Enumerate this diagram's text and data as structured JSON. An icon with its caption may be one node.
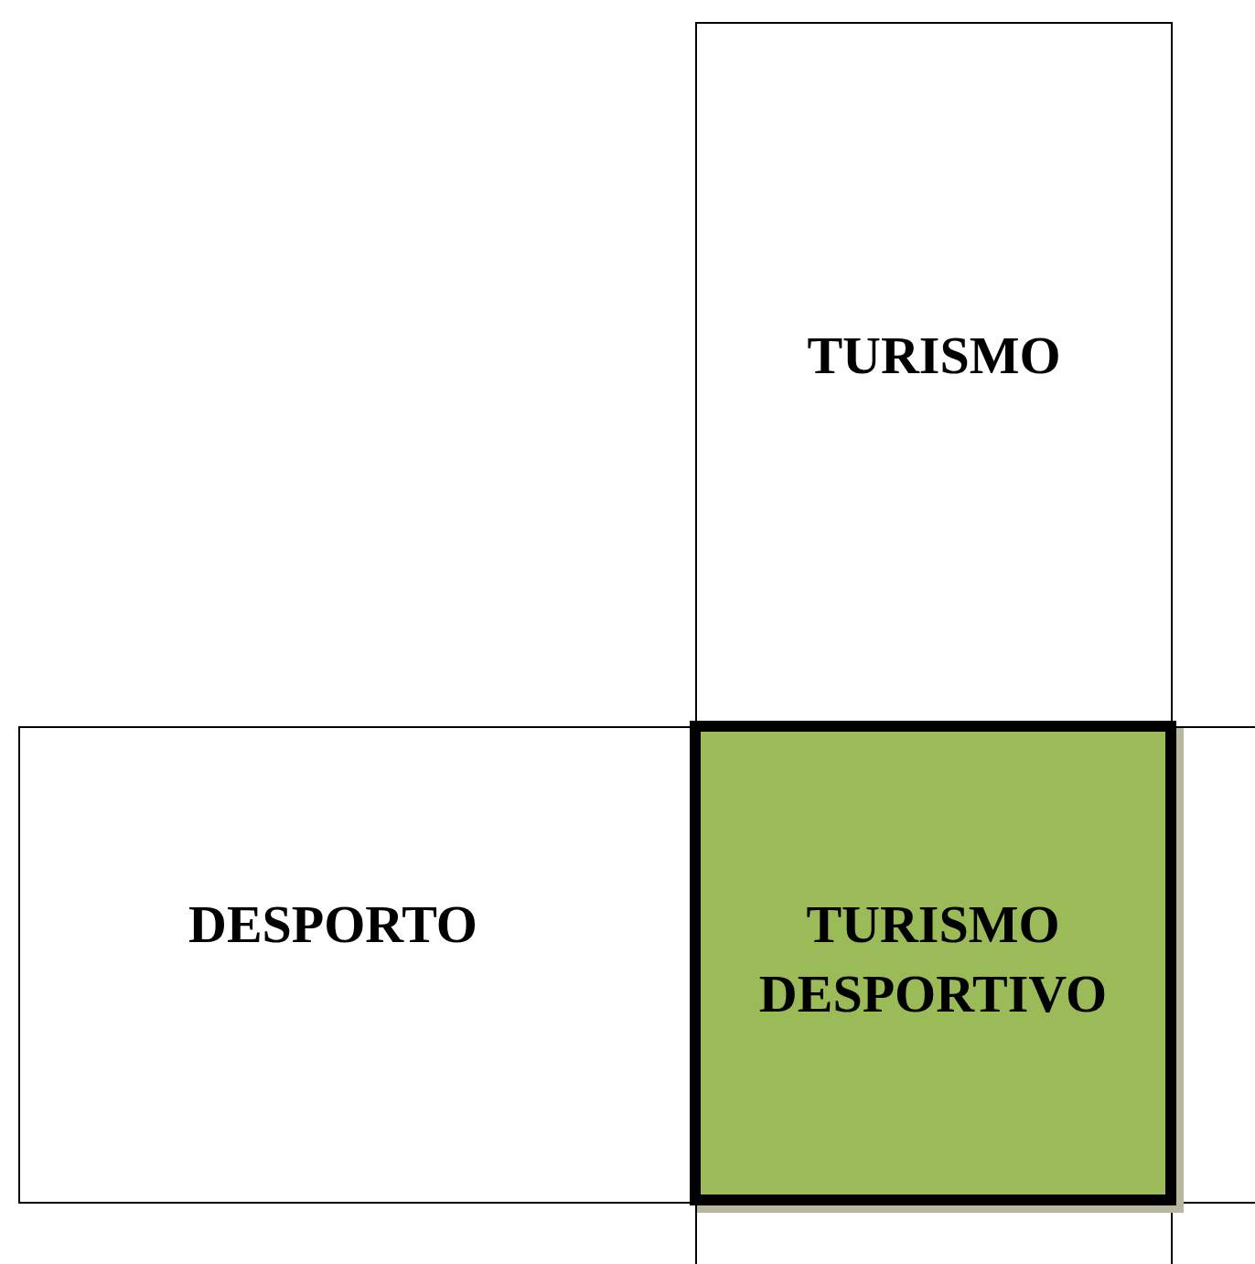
{
  "diagram": {
    "nodes": [
      {
        "text": [
          "TURISMO"
        ]
      },
      {
        "text": [
          "DESPORTO"
        ]
      },
      {
        "text": [
          "TURISMO DESPORTIVO"
        ]
      }
    ]
  }
}
